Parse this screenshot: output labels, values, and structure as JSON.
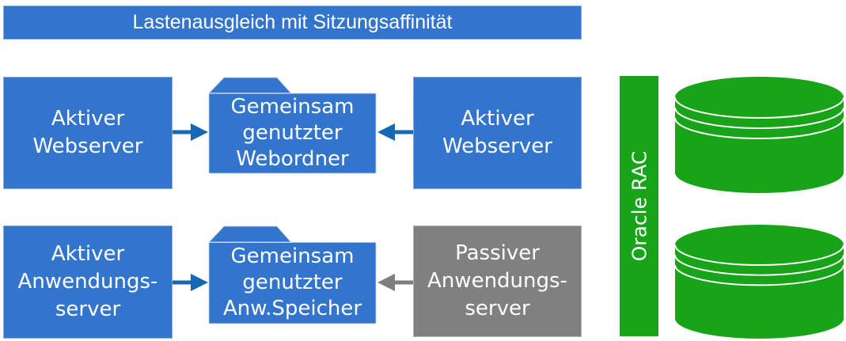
{
  "title": {
    "label": "Lastenausgleich mit Sitzungsaffinität"
  },
  "colors": {
    "box_blue": "#3375cd",
    "arrow_blue": "#1668b5",
    "box_gray": "#808080",
    "arrow_gray": "#7f7f7f",
    "db_green": "#18a418",
    "text_white": "#ffffff"
  },
  "diagram": {
    "web_row": {
      "left_server": "Aktiver\nWebserver",
      "shared_folder": "Gemeinsam\ngenutzter\nWebordner",
      "right_server": "Aktiver\nWebserver"
    },
    "app_row": {
      "left_server": "Aktiver\nAnwendungs-\nserver",
      "shared_folder": "Gemeinsam\ngenutzter\nAnw.Speicher",
      "right_server": "Passiver\nAnwendungs-\nserver"
    },
    "database": {
      "label": "Oracle RAC"
    }
  }
}
